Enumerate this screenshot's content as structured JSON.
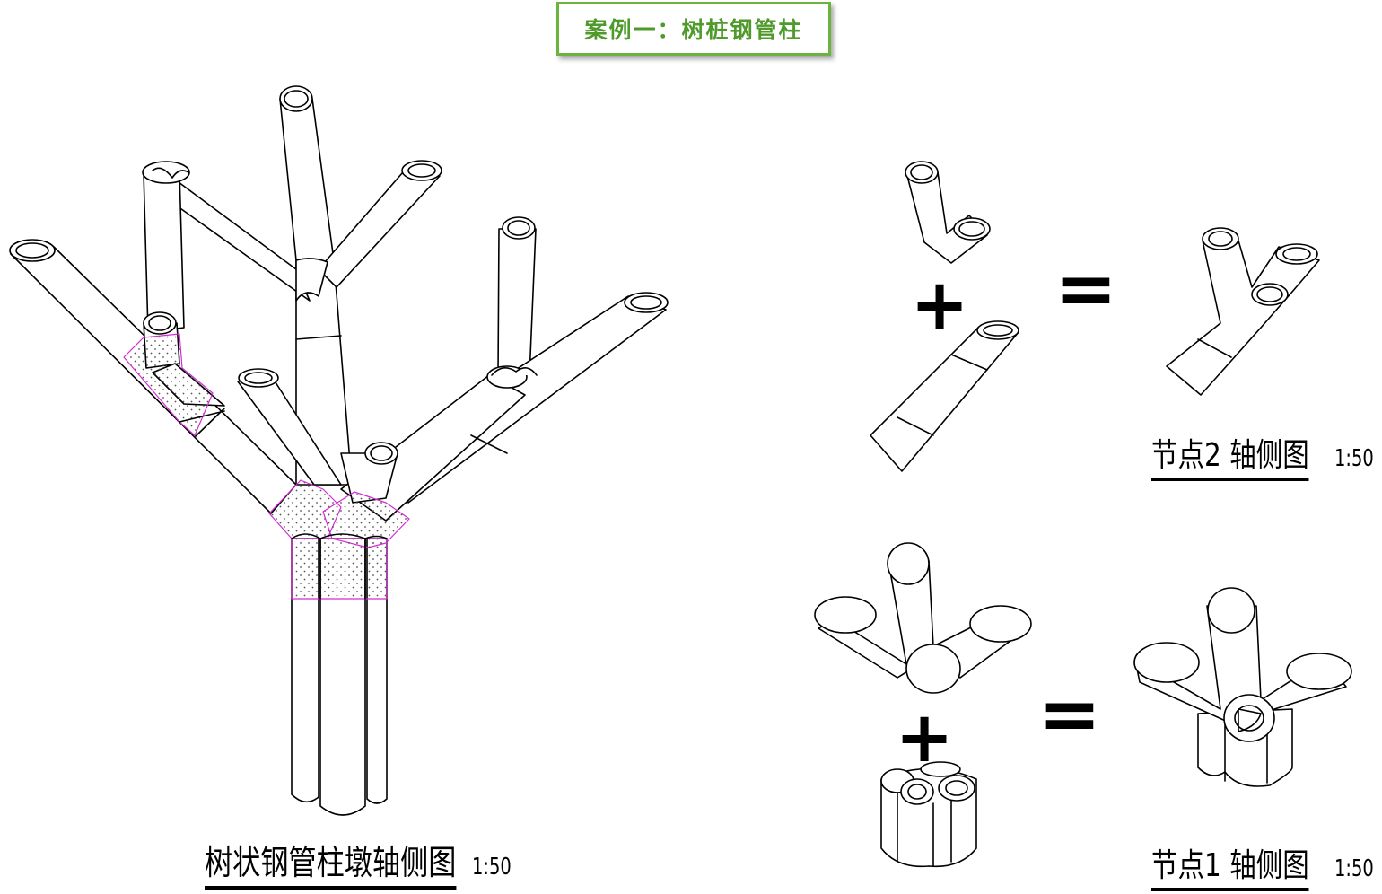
{
  "title": "案例一：树桩钢管柱",
  "captions": {
    "main_view": {
      "label": "树状钢管柱墩轴侧图",
      "scale": "1:50"
    },
    "node2": {
      "label": "节点2 轴侧图",
      "scale": "1:50"
    },
    "node1": {
      "label": "节点1 轴侧图",
      "scale": "1:50"
    }
  },
  "symbols": {
    "plus": "+",
    "equals": "="
  },
  "colors": {
    "line": "#000000",
    "hatch": "#d52bd5",
    "title": "#4e9a2a",
    "title_border": "#6db33f"
  }
}
